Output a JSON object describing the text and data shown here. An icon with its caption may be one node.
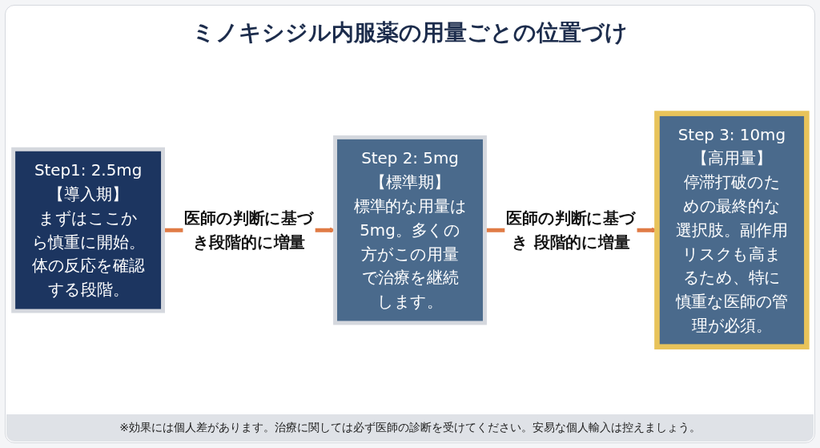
{
  "diagram": {
    "title": "ミノキシジル内服薬の用量ごとの位置づけ",
    "nodes": [
      {
        "text": [
          "Step1: 2.5mg",
          "【導入期】",
          "まずはここから慎重に開始。体の反応を確認する段階。"
        ]
      },
      {
        "text": [
          "Step 2: 5mg",
          "【標準期】",
          "標準的な用量は5mg。多くの方がこの用量で治療を継続します。"
        ]
      },
      {
        "text": [
          "Step 3: 10mg",
          "【高用量】",
          "停滞打破のための最終的な選択肢。副作用リスクも高まるため、特に慎重な医師の管理が必須。"
        ]
      }
    ],
    "edges": [
      {
        "from": 0,
        "to": 1,
        "arrow": "to",
        "label": "医師の判断に基づき段階的に増量"
      },
      {
        "from": 1,
        "to": 2,
        "arrow": "to",
        "label": "医師の判断に基づき 段階的に増量"
      }
    ],
    "caption": "※効果には個人差があります。治療に関しては必ず医師の診断を受けてください。安易な個人輸入は控えましょう。"
  }
}
